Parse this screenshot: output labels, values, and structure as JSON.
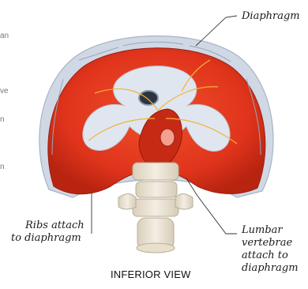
{
  "labels": {
    "diaphragm": "Diaphragm",
    "ribs_line1": "Ribs attach",
    "ribs_line2": "to diaphragm",
    "lumbar_line1": "Lumbar",
    "lumbar_line2": "vertebrae",
    "lumbar_line3": "attach to",
    "lumbar_line4": "diaphragm",
    "view": "INFERIOR VIEW"
  },
  "margin_fragments": [
    "an",
    "ve",
    "n",
    "n"
  ],
  "colors": {
    "muscle": "#e0341c",
    "muscle_dark": "#b82410",
    "tendon": "#dfe6ef",
    "rib": "#cfd8e4",
    "bone": "#eee6d6",
    "vessel": "#f2b23a"
  }
}
